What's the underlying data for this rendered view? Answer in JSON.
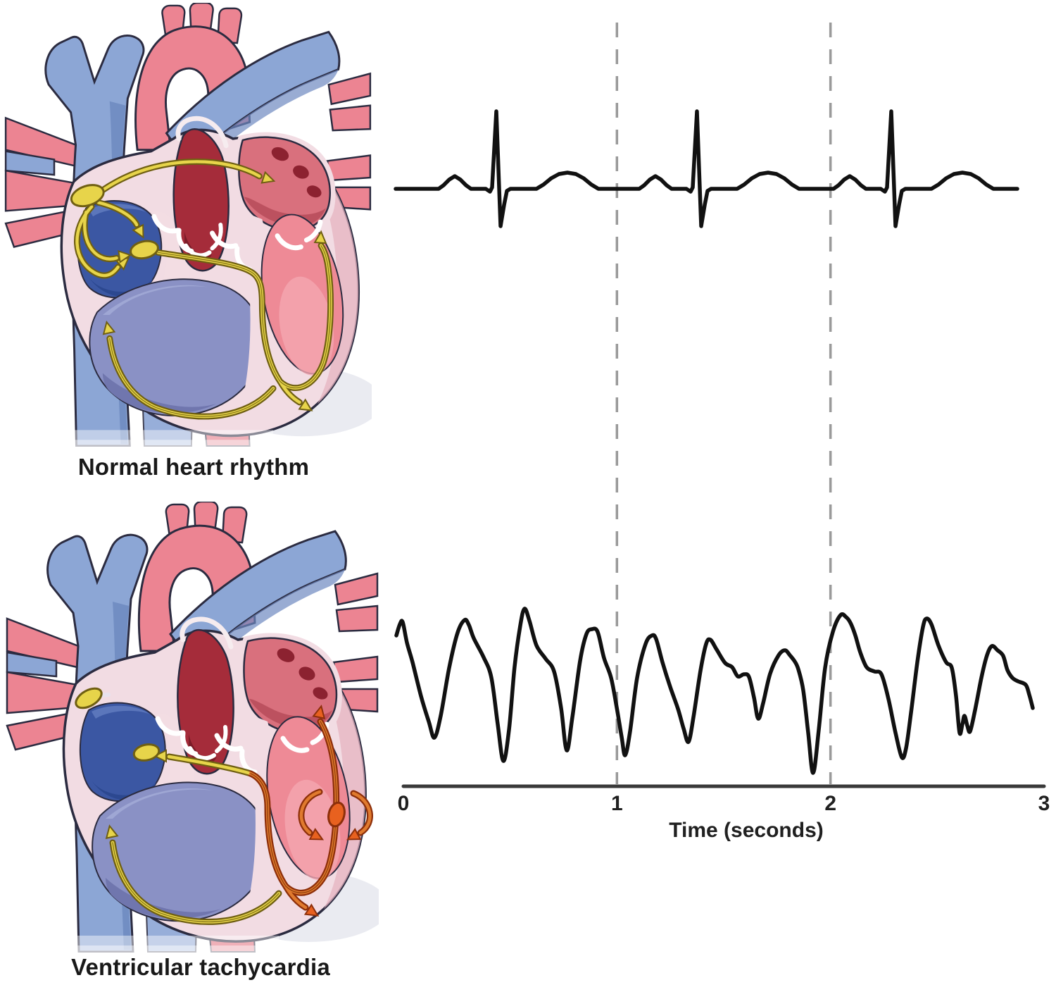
{
  "figure": {
    "panels": [
      {
        "id": "normal-heart",
        "caption": "Normal heart rhythm"
      },
      {
        "id": "ventricular-tachycardia-heart",
        "caption": "Ventricular tachycardia"
      }
    ],
    "axis": {
      "label": "Time (seconds)",
      "ticks": [
        "0",
        "1",
        "2",
        "3"
      ],
      "tick_values": [
        0,
        1,
        2,
        3
      ],
      "min": 0,
      "max": 3,
      "gridline_values": [
        1,
        2
      ]
    }
  },
  "chart_data": [
    {
      "type": "line",
      "series_name": "Normal heart rhythm ECG",
      "x_unit": "seconds",
      "x_range": [
        0,
        3
      ],
      "qrs_times_s": [
        0.44,
        1.38,
        2.29
      ],
      "approx_rate_bpm": 64,
      "description": "Regular sinus rhythm: P wave, narrow tall QRS spike, rounded T wave, flat baseline between beats"
    },
    {
      "type": "line",
      "series_name": "Ventricular tachycardia ECG",
      "x_unit": "seconds",
      "x_range": [
        0,
        3
      ],
      "approx_rate_bpm": 190,
      "description": "Rapid wide sinusoidal ventricular complexes with no P waves and no flat baseline"
    }
  ],
  "waveforms": {
    "normal": {
      "smooth": false,
      "points": [
        [
          562,
          268
        ],
        [
          623,
          268
        ],
        [
          630,
          263
        ],
        [
          638,
          255
        ],
        [
          646,
          250
        ],
        [
          654,
          255
        ],
        [
          662,
          263
        ],
        [
          669,
          268
        ],
        [
          690,
          268
        ],
        [
          696,
          272
        ],
        [
          699,
          266
        ],
        [
          705,
          158
        ],
        [
          711,
          321
        ],
        [
          716,
          291
        ],
        [
          720,
          271
        ],
        [
          725,
          268
        ],
        [
          762,
          268
        ],
        [
          772,
          262
        ],
        [
          783,
          253
        ],
        [
          794,
          247
        ],
        [
          806,
          245
        ],
        [
          818,
          247
        ],
        [
          829,
          253
        ],
        [
          840,
          262
        ],
        [
          850,
          268
        ],
        [
          908,
          268
        ],
        [
          915,
          263
        ],
        [
          923,
          255
        ],
        [
          931,
          250
        ],
        [
          939,
          255
        ],
        [
          947,
          263
        ],
        [
          954,
          268
        ],
        [
          975,
          268
        ],
        [
          981,
          272
        ],
        [
          984,
          266
        ],
        [
          990,
          158
        ],
        [
          996,
          321
        ],
        [
          1001,
          291
        ],
        [
          1005,
          271
        ],
        [
          1010,
          268
        ],
        [
          1047,
          268
        ],
        [
          1057,
          262
        ],
        [
          1068,
          253
        ],
        [
          1079,
          247
        ],
        [
          1091,
          245
        ],
        [
          1103,
          247
        ],
        [
          1114,
          253
        ],
        [
          1125,
          262
        ],
        [
          1135,
          268
        ],
        [
          1184,
          268
        ],
        [
          1191,
          263
        ],
        [
          1199,
          255
        ],
        [
          1207,
          250
        ],
        [
          1215,
          255
        ],
        [
          1223,
          263
        ],
        [
          1230,
          268
        ],
        [
          1251,
          268
        ],
        [
          1257,
          272
        ],
        [
          1260,
          266
        ],
        [
          1266,
          158
        ],
        [
          1272,
          321
        ],
        [
          1277,
          291
        ],
        [
          1281,
          271
        ],
        [
          1286,
          268
        ],
        [
          1323,
          268
        ],
        [
          1333,
          262
        ],
        [
          1344,
          253
        ],
        [
          1355,
          247
        ],
        [
          1367,
          245
        ],
        [
          1379,
          247
        ],
        [
          1390,
          253
        ],
        [
          1401,
          262
        ],
        [
          1411,
          268
        ],
        [
          1445,
          268
        ]
      ]
    },
    "vt": {
      "smooth": true,
      "points": [
        [
          563,
          902
        ],
        [
          568,
          886
        ],
        [
          572,
          883
        ],
        [
          578,
          912
        ],
        [
          586,
          940
        ],
        [
          598,
          988
        ],
        [
          609,
          1024
        ],
        [
          617,
          1047
        ],
        [
          626,
          1016
        ],
        [
          638,
          948
        ],
        [
          650,
          898
        ],
        [
          660,
          880
        ],
        [
          666,
          887
        ],
        [
          673,
          906
        ],
        [
          687,
          933
        ],
        [
          698,
          962
        ],
        [
          707,
          1028
        ],
        [
          715,
          1080
        ],
        [
          723,
          1036
        ],
        [
          731,
          946
        ],
        [
          739,
          888
        ],
        [
          745,
          864
        ],
        [
          752,
          881
        ],
        [
          762,
          916
        ],
        [
          775,
          935
        ],
        [
          787,
          953
        ],
        [
          797,
          1005
        ],
        [
          805,
          1065
        ],
        [
          813,
          1018
        ],
        [
          824,
          938
        ],
        [
          833,
          900
        ],
        [
          841,
          893
        ],
        [
          849,
          897
        ],
        [
          858,
          934
        ],
        [
          868,
          962
        ],
        [
          876,
          1004
        ],
        [
          883,
          1046
        ],
        [
          888,
          1072
        ],
        [
          895,
          1038
        ],
        [
          905,
          962
        ],
        [
          917,
          914
        ],
        [
          926,
          902
        ],
        [
          932,
          907
        ],
        [
          941,
          940
        ],
        [
          952,
          975
        ],
        [
          963,
          1006
        ],
        [
          971,
          1034
        ],
        [
          978,
          1053
        ],
        [
          985,
          1018
        ],
        [
          995,
          952
        ],
        [
          1003,
          914
        ],
        [
          1009,
          908
        ],
        [
          1018,
          922
        ],
        [
          1030,
          941
        ],
        [
          1040,
          947
        ],
        [
          1048,
          960
        ],
        [
          1057,
          957
        ],
        [
          1064,
          961
        ],
        [
          1071,
          990
        ],
        [
          1077,
          1020
        ],
        [
          1084,
          998
        ],
        [
          1094,
          956
        ],
        [
          1106,
          930
        ],
        [
          1115,
          923
        ],
        [
          1122,
          930
        ],
        [
          1129,
          939
        ],
        [
          1134,
          950
        ],
        [
          1141,
          980
        ],
        [
          1148,
          1040
        ],
        [
          1155,
          1097
        ],
        [
          1163,
          1036
        ],
        [
          1172,
          948
        ],
        [
          1183,
          897
        ],
        [
          1194,
          873
        ],
        [
          1202,
          876
        ],
        [
          1208,
          884
        ],
        [
          1215,
          902
        ],
        [
          1222,
          926
        ],
        [
          1231,
          947
        ],
        [
          1242,
          953
        ],
        [
          1252,
          957
        ],
        [
          1262,
          992
        ],
        [
          1272,
          1040
        ],
        [
          1281,
          1075
        ],
        [
          1287,
          1062
        ],
        [
          1294,
          1012
        ],
        [
          1303,
          940
        ],
        [
          1311,
          890
        ],
        [
          1316,
          878
        ],
        [
          1323,
          886
        ],
        [
          1333,
          916
        ],
        [
          1344,
          940
        ],
        [
          1352,
          948
        ],
        [
          1358,
          988
        ],
        [
          1363,
          1040
        ],
        [
          1367,
          1028
        ],
        [
          1370,
          1016
        ],
        [
          1374,
          1030
        ],
        [
          1378,
          1038
        ],
        [
          1385,
          1008
        ],
        [
          1394,
          962
        ],
        [
          1402,
          930
        ],
        [
          1409,
          917
        ],
        [
          1417,
          923
        ],
        [
          1425,
          931
        ],
        [
          1431,
          951
        ],
        [
          1438,
          962
        ],
        [
          1446,
          967
        ],
        [
          1457,
          972
        ],
        [
          1462,
          986
        ],
        [
          1467,
          1005
        ]
      ]
    }
  },
  "colors": {
    "vessel_blue": "#8ca6d5",
    "vessel_blue_shade": "#6d89c0",
    "atrium_navy": "#3b57a3",
    "ventricle_blue": "#8a91c5",
    "ventricle_blue_shade": "#7076ae",
    "vessel_pink": "#ec8492",
    "heart_wall_pale": "#f2dce3",
    "left_ventricle_pink": "#ee8a96",
    "left_atrium_red": "#d9707d",
    "dark_red": "#8c2230",
    "aortic_root_red": "#a52c3a",
    "outline_dark": "#2b2b40",
    "conduction_yellow": "#e7d44a",
    "conduction_yellow_dark": "#6f5f12",
    "ectopic_orange": "#e8611f",
    "ectopic_orange_dark": "#8d2f0a",
    "ecg_line": "#111111",
    "axis_line": "#3a3a3a",
    "gridline_gray": "#9a9a9a",
    "text_dark": "#1c1c1c"
  }
}
